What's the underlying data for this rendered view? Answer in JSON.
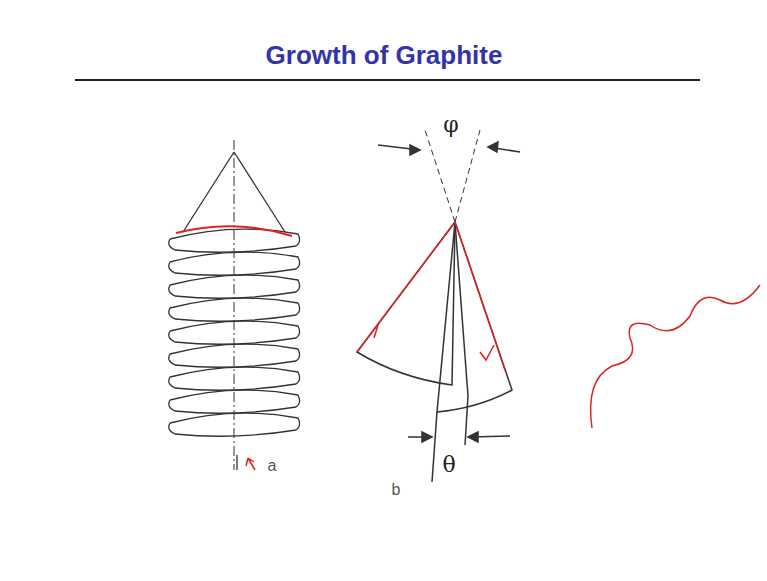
{
  "diagram": {
    "title": "Growth of Graphite",
    "labels": [
      "φ",
      "θ",
      "a",
      "b"
    ]
  }
}
